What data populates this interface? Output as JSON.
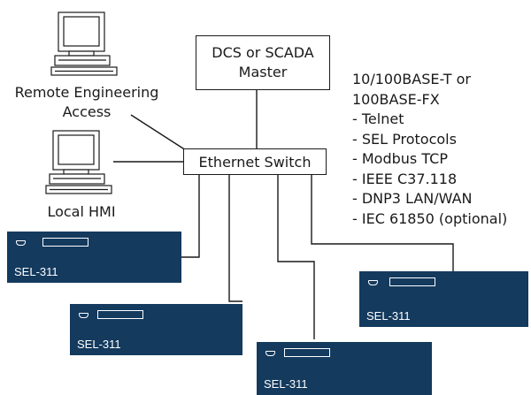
{
  "master": {
    "line1": "DCS or SCADA",
    "line2": "Master"
  },
  "switch": {
    "label": "Ethernet Switch"
  },
  "remote_access": {
    "line1": "Remote Engineering",
    "line2": "Access"
  },
  "local_hmi": {
    "label": "Local HMI"
  },
  "protocols": {
    "items": [
      "10/100BASE-T or",
      "100BASE-FX",
      "- Telnet",
      "- SEL Protocols",
      "- Modbus TCP",
      "- IEEE C37.118",
      "- DNP3 LAN/WAN",
      "- IEC 61850 (optional)"
    ]
  },
  "relays": [
    {
      "name": "SEL-311"
    },
    {
      "name": "SEL-311"
    },
    {
      "name": "SEL-311"
    },
    {
      "name": "SEL-311"
    }
  ],
  "colors": {
    "relay_fill": "#143a5e",
    "line": "#1a1a1a",
    "relay_text": "#ffffff"
  },
  "icons": {
    "computer": "desktop-computer-icon",
    "port": "serial-port-icon",
    "display": "lcd-display-icon"
  }
}
